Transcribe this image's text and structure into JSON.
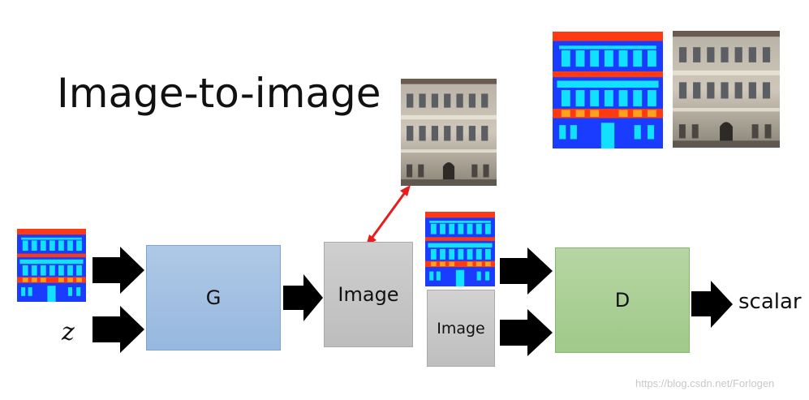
{
  "title": "Image-to-image",
  "generator": {
    "label": "G"
  },
  "discriminator": {
    "label": "D"
  },
  "generated_image": {
    "label": "Image"
  },
  "discriminator_image_input": {
    "label": "Image"
  },
  "noise": {
    "label": "z"
  },
  "output": {
    "label": "scalar"
  },
  "watermark": "https://blog.csdn.net/Forlogen",
  "colors": {
    "generator_fill": "#a6c1e3",
    "discriminator_fill": "#abd096",
    "image_box_fill": "#c6c6c6",
    "arrow": "#000000",
    "compare_arrow": "#e81c1c",
    "facade_blue": "#1a3cff",
    "facade_red": "#ff3a12",
    "facade_cyan": "#12e0ff",
    "facade_orange": "#ffa020"
  }
}
